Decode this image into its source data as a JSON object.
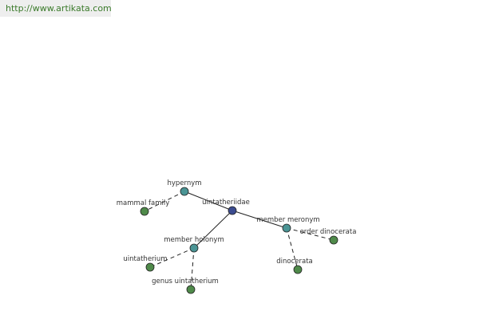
{
  "header": {
    "url": "http://www.artikata.com"
  },
  "colors": {
    "center": "#3b4b8f",
    "relation": "#4a9494",
    "leaf": "#4f8a4a",
    "edge": "#222222",
    "url_text": "#3a7a2a"
  },
  "graph": {
    "nodes": [
      {
        "id": "uintatheriidae",
        "label": "uintatheriidae",
        "kind": "center"
      },
      {
        "id": "hypernym",
        "label": "hypernym",
        "kind": "relation"
      },
      {
        "id": "member_meronym",
        "label": "member meronym",
        "kind": "relation"
      },
      {
        "id": "member_holonym",
        "label": "member holonym",
        "kind": "relation"
      },
      {
        "id": "mammal_family",
        "label": "mammal family",
        "kind": "leaf"
      },
      {
        "id": "order_dinocerata",
        "label": "order dinocerata",
        "kind": "leaf"
      },
      {
        "id": "dinocerata",
        "label": "dinocerata",
        "kind": "leaf"
      },
      {
        "id": "uintatherium",
        "label": "uintatherium",
        "kind": "leaf"
      },
      {
        "id": "genus_uintatherium",
        "label": "genus uintatherium",
        "kind": "leaf"
      }
    ],
    "edges": [
      {
        "from": "uintatheriidae",
        "to": "hypernym",
        "style": "solid"
      },
      {
        "from": "uintatheriidae",
        "to": "member_meronym",
        "style": "solid"
      },
      {
        "from": "uintatheriidae",
        "to": "member_holonym",
        "style": "solid"
      },
      {
        "from": "hypernym",
        "to": "mammal_family",
        "style": "dashed"
      },
      {
        "from": "member_meronym",
        "to": "order_dinocerata",
        "style": "dashed"
      },
      {
        "from": "member_meronym",
        "to": "dinocerata",
        "style": "dashed"
      },
      {
        "from": "member_holonym",
        "to": "uintatherium",
        "style": "dashed"
      },
      {
        "from": "member_holonym",
        "to": "genus_uintatherium",
        "style": "dashed"
      }
    ]
  }
}
